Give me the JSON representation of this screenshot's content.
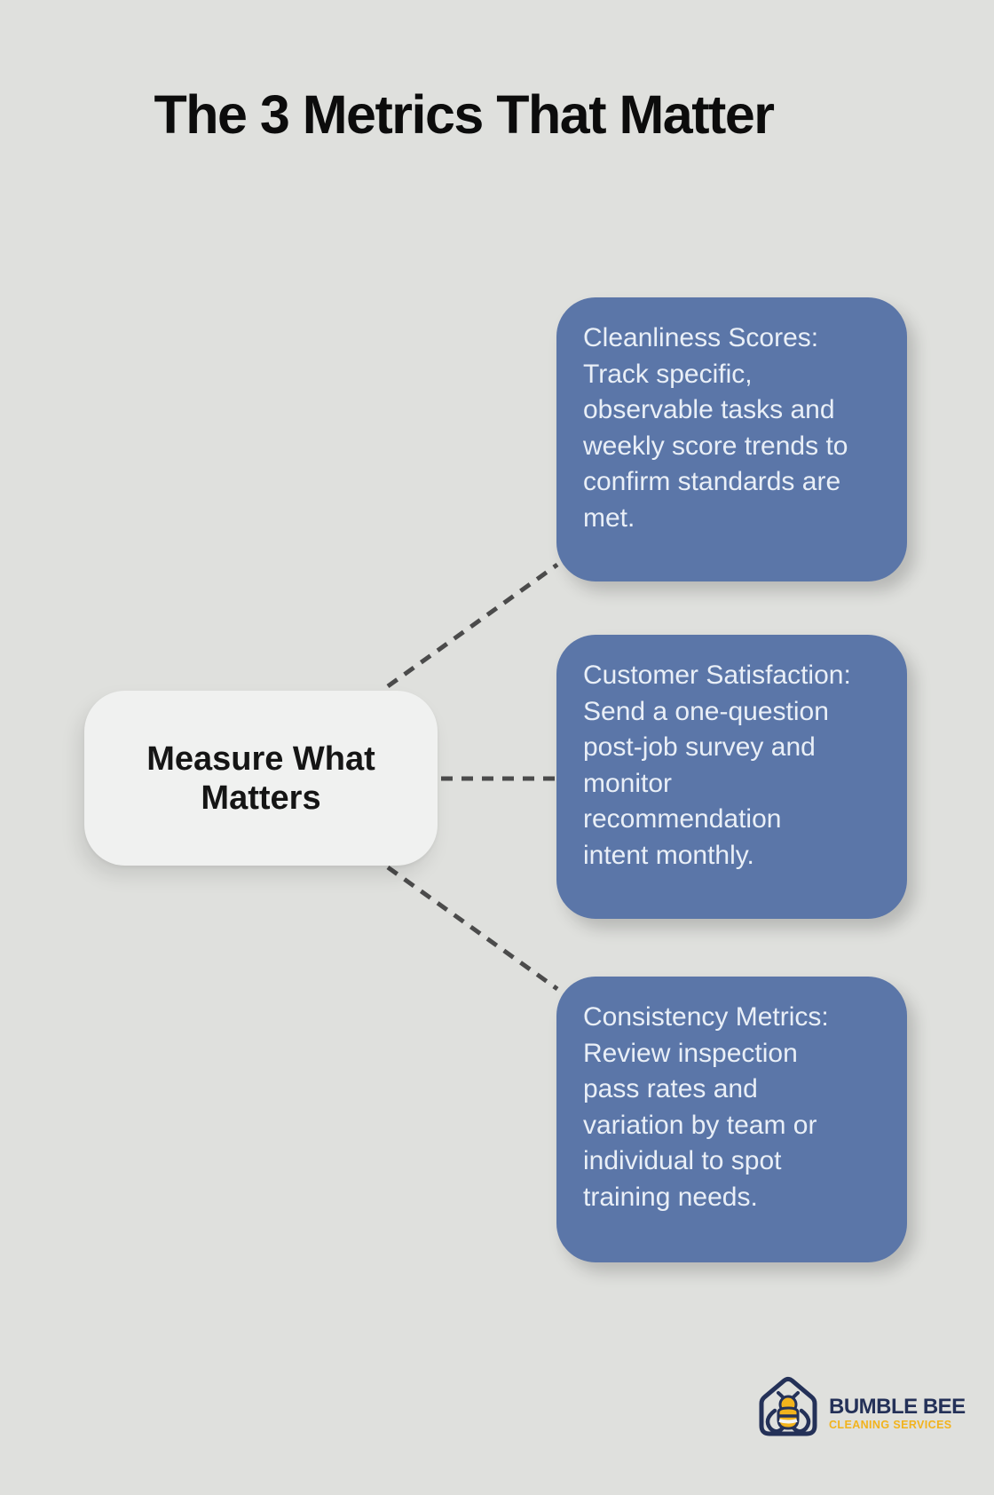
{
  "title": "The 3 Metrics That Matter",
  "center_node": {
    "label": "Measure What\nMatters"
  },
  "metrics": [
    {
      "id": "cleanliness-scores",
      "text": "Cleanliness Scores:\nTrack specific,\nobservable tasks and\nweekly score trends to\nconfirm standards are\nmet."
    },
    {
      "id": "customer-satisfaction",
      "text": "Customer Satisfaction:\nSend a one-question\npost-job survey and\nmonitor\nrecommendation\nintent monthly."
    },
    {
      "id": "consistency-metrics",
      "text": "Consistency Metrics:\nReview inspection\npass rates and\nvariation by team or\nindividual to spot\ntraining needs."
    }
  ],
  "logo": {
    "name": "BUMBLE BEE",
    "tagline": "CLEANING SERVICES"
  },
  "colors": {
    "background": "#dfe0dd",
    "metric_box": "#5b76a8",
    "metric_text": "#e9eff7",
    "node_fill": "#f0f1f0",
    "connector": "#4b4b4b",
    "logo_navy": "#243158",
    "logo_yellow": "#f2b31c"
  }
}
